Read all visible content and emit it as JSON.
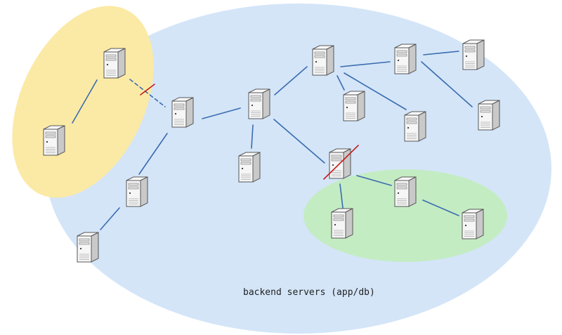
{
  "diagram": {
    "region_label": "backend servers (app/db)",
    "colors": {
      "blue_region": "#d4e5f8",
      "yellow_region": "#fbeaa5",
      "green_region": "#c4ecc3",
      "link": "#3a6cb0",
      "cut": "#c41a1a",
      "server_face": "#f6f6f6",
      "server_side": "#c9c9c9",
      "server_outline": "#555555"
    },
    "server_icon": "server-tower-icon",
    "regions": [
      {
        "id": "blue",
        "label_key": "region_label"
      },
      {
        "id": "yellow"
      },
      {
        "id": "green"
      }
    ],
    "nodes": [
      {
        "id": "y1"
      },
      {
        "id": "y2"
      },
      {
        "id": "hub"
      },
      {
        "id": "l1"
      },
      {
        "id": "l2"
      },
      {
        "id": "c1"
      },
      {
        "id": "c2"
      },
      {
        "id": "t1"
      },
      {
        "id": "t2"
      },
      {
        "id": "t3"
      },
      {
        "id": "r1"
      },
      {
        "id": "r2"
      },
      {
        "id": "r3"
      },
      {
        "id": "x"
      },
      {
        "id": "g1"
      },
      {
        "id": "g2"
      },
      {
        "id": "g3"
      }
    ],
    "links": [
      {
        "from": "y1",
        "to": "y2",
        "style": "solid"
      },
      {
        "from": "y1",
        "to": "hub",
        "style": "dashed",
        "crossed": true
      },
      {
        "from": "hub",
        "to": "l1",
        "style": "solid"
      },
      {
        "from": "l1",
        "to": "l2",
        "style": "solid"
      },
      {
        "from": "hub",
        "to": "c1",
        "style": "solid"
      },
      {
        "from": "c1",
        "to": "c2",
        "style": "solid"
      },
      {
        "from": "c1",
        "to": "t1",
        "style": "solid"
      },
      {
        "from": "t1",
        "to": "t2",
        "style": "solid"
      },
      {
        "from": "t1",
        "to": "t3",
        "style": "solid"
      },
      {
        "from": "t1",
        "to": "r1",
        "style": "solid"
      },
      {
        "from": "r1",
        "to": "r2",
        "style": "solid"
      },
      {
        "from": "r1",
        "to": "r3",
        "style": "solid"
      },
      {
        "from": "c1",
        "to": "x",
        "style": "solid"
      },
      {
        "from": "x",
        "to": "g1",
        "style": "solid"
      },
      {
        "from": "x",
        "to": "g2",
        "style": "solid"
      },
      {
        "from": "g2",
        "to": "g3",
        "style": "solid"
      }
    ],
    "failed_nodes": [
      "x"
    ]
  }
}
